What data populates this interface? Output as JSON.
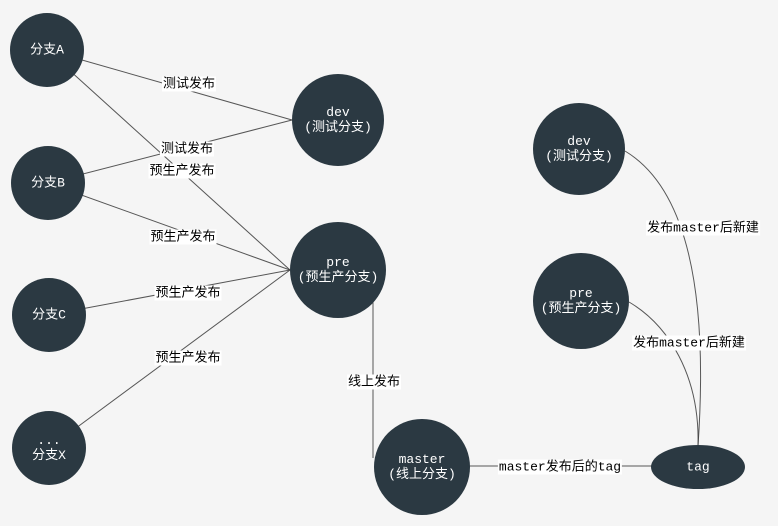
{
  "diagram": {
    "colors": {
      "background": "#f5f5f5",
      "node_fill": "#2b3942",
      "node_text": "#ffffff",
      "edge_stroke": "#3a3a3a",
      "edge_label_bg": "#ffffff",
      "edge_label_text": "#000000"
    },
    "nodes": {
      "branch_a": {
        "label": "分支A"
      },
      "branch_b": {
        "label": "分支B"
      },
      "branch_c": {
        "label": "分支C"
      },
      "branch_x": {
        "line1": "...",
        "line2": "分支X"
      },
      "dev_mid": {
        "line1": "dev",
        "line2": "(测试分支)"
      },
      "pre_mid": {
        "line1": "pre",
        "line2": "(预生产分支)"
      },
      "master": {
        "line1": "master",
        "line2": "(线上分支)"
      },
      "dev_right": {
        "line1": "dev",
        "line2": "(测试分支)"
      },
      "pre_right": {
        "line1": "pre",
        "line2": "(预生产分支)"
      },
      "tag": {
        "label": "tag"
      }
    },
    "edges": {
      "branch_a_to_dev": "测试发布",
      "branch_b_to_dev": "测试发布",
      "branch_a_to_pre": "预生产发布",
      "branch_b_to_pre": "预生产发布",
      "branch_c_to_pre": "预生产发布",
      "branch_x_to_pre": "预生产发布",
      "pre_to_master": "线上发布",
      "master_to_tag": "master发布后的tag",
      "dev_to_tag": "发布master后新建",
      "pre_to_tag": "发布master后新建"
    }
  }
}
